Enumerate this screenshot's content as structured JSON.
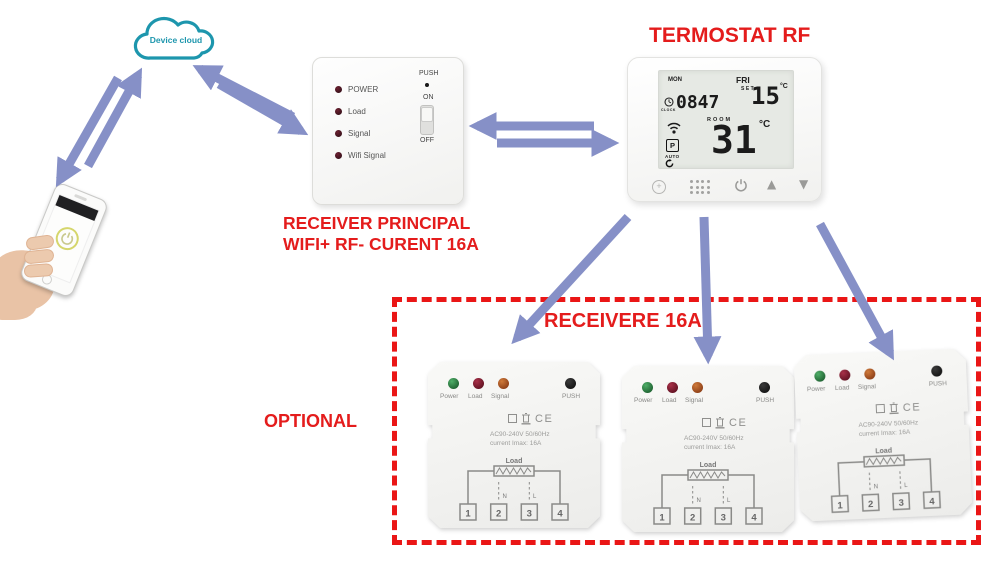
{
  "colors": {
    "arrow": "#8690c7",
    "red": "#e41c1c",
    "cloud_teal": "#1d96ad"
  },
  "cloud": {
    "label": "Device cloud"
  },
  "captions": {
    "receiver_line1": "RECEIVER PRINCIPAL",
    "receiver_line2": "WIFI+ RF- CURENT 16A",
    "thermostat_title": "TERMOSTAT RF",
    "receivers_box_title": "RECEIVERE 16A",
    "optional": "OPTIONAL"
  },
  "receiver_principal": {
    "leds": [
      {
        "label": "POWER"
      },
      {
        "label": "Load"
      },
      {
        "label": "Signal"
      },
      {
        "label": "Wifi Signal"
      }
    ],
    "push_label": "PUSH",
    "on_label": "ON",
    "off_label": "OFF"
  },
  "thermostat": {
    "display": {
      "day_small": "MON",
      "day_main": "FRI",
      "set_label": "SET",
      "set_temp": "15",
      "set_unit": "°C",
      "clock_label": "CLOCK",
      "time": "0847",
      "room_label": "ROOM",
      "room_temp": "31",
      "room_unit": "°C",
      "program_label": "P",
      "auto_label": "AUTO"
    }
  },
  "modules": [
    {
      "led_labels": [
        "Power",
        "Load",
        "Signal"
      ],
      "push_label": "PUSH",
      "ce_label": "CE",
      "spec_line1": "AC90-240V 50/60Hz",
      "spec_line2": "current Imax:  16A",
      "load_label": "Load",
      "wire_n": "N",
      "wire_l": "L",
      "terminals": [
        "1",
        "2",
        "3",
        "4"
      ]
    },
    {
      "led_labels": [
        "Power",
        "Load",
        "Signal"
      ],
      "push_label": "PUSH",
      "ce_label": "CE",
      "spec_line1": "AC90-240V 50/60Hz",
      "spec_line2": "current Imax:  16A",
      "load_label": "Load",
      "wire_n": "N",
      "wire_l": "L",
      "terminals": [
        "1",
        "2",
        "3",
        "4"
      ]
    },
    {
      "led_labels": [
        "Power",
        "Load",
        "Signal"
      ],
      "push_label": "PUSH",
      "ce_label": "CE",
      "spec_line1": "AC90-240V 50/60Hz",
      "spec_line2": "current Imax:  16A",
      "load_label": "Load",
      "wire_n": "N",
      "wire_l": "L",
      "terminals": [
        "1",
        "2",
        "3",
        "4"
      ]
    }
  ]
}
